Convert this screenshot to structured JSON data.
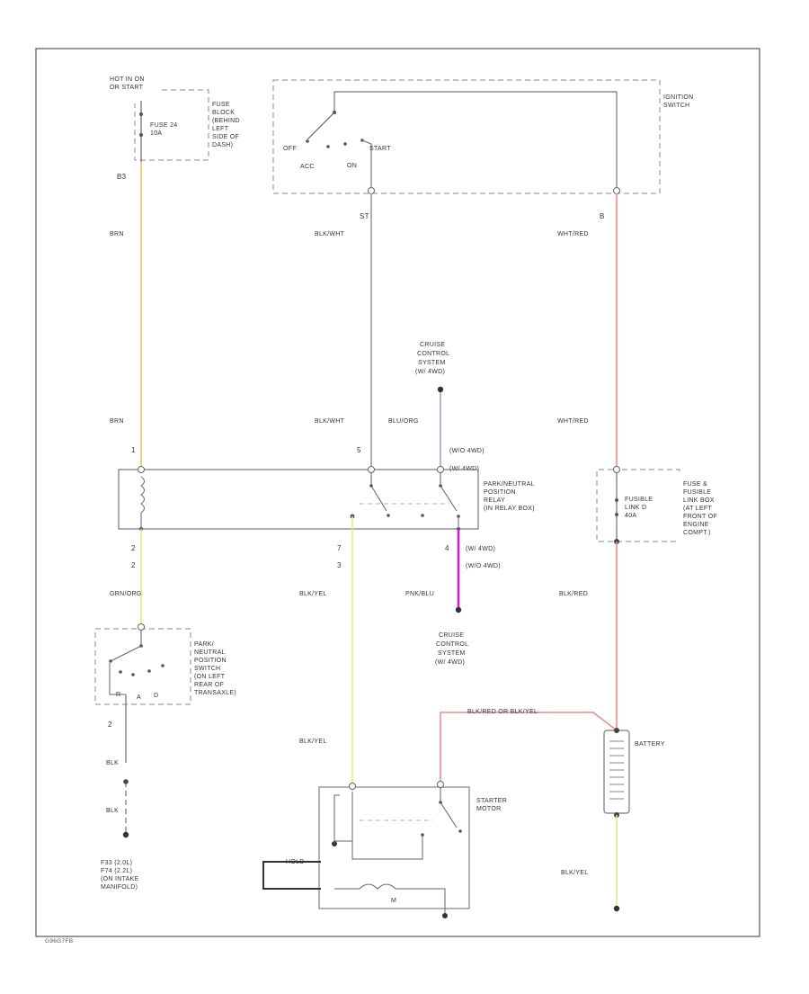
{
  "diagram": {
    "figure_id": "G96G7FB",
    "hot_in_on": [
      "HOT IN ON",
      "OR START"
    ],
    "fuse_block": [
      "FUSE",
      "BLOCK",
      "(BEHIND",
      "LEFT",
      "SIDE OF",
      "DASH)"
    ],
    "fuse_24": [
      "FUSE 24",
      "10A"
    ],
    "ignition_switch": [
      "IGNITION",
      "SWITCH"
    ],
    "ign_positions": {
      "off": "OFF",
      "acc": "ACC",
      "on": "ON",
      "start": "START"
    },
    "pins": {
      "p_b3": "B3",
      "p_st": "ST",
      "p_b": "B",
      "p_1": "1",
      "p_5": "5",
      "p_2a": "2",
      "p_2b": "2",
      "p_7": "7",
      "p_3": "3",
      "p_4": "4",
      "p_2c": "2"
    },
    "wires": {
      "brn_top": "BRN",
      "brn_mid": "BRN",
      "blkwht_top": "BLK/WHT",
      "blkwht_mid": "BLK/WHT",
      "whtred_top": "WHT/RED",
      "whtred_mid": "WHT/RED",
      "bluorg": "BLU/ORG",
      "grnorg": "GRN/ORG",
      "blkyel_1": "BLK/YEL",
      "blkyel_2": "BLK/YEL",
      "blkyel_3": "BLK/YEL",
      "pnkblu": "PNK/BLU",
      "blkred_1": "BLK/RED",
      "blkred_or_blkyel": "BLK/RED OR BLK/YEL",
      "blk_1": "BLK",
      "blk_2": "BLK"
    },
    "cruise_top": [
      "CRUISE",
      "CONTROL",
      "SYSTEM",
      "(W/ 4WD)"
    ],
    "cruise_bottom": [
      "CRUISE",
      "CONTROL",
      "SYSTEM",
      "(W/ 4WD)"
    ],
    "relay_notes": {
      "w4wd": "(W/O 4WD)",
      "w_4wd": "(W/ 4WD)",
      "w_4wd_b": "(W/ 4WD)",
      "wo4wd_b": "(W/O 4WD)"
    },
    "relay_label": [
      "PARK/NEUTRAL",
      "POSITION",
      "RELAY",
      "(IN RELAY BOX)"
    ],
    "fusible_link_box": [
      "FUSE &",
      "FUSIBLE",
      "LINK BOX",
      "(AT LEFT",
      "FRONT OF",
      "ENGINE",
      "COMPT.)"
    ],
    "fusible_link": [
      "FUSIBLE",
      "LINK D",
      "40A"
    ],
    "pn_switch": [
      "PARK/",
      "NEUTRAL",
      "POSITION",
      "SWITCH",
      "(ON LEFT",
      "REAR OF",
      "TRANSAXLE)"
    ],
    "pn_switch_letters": {
      "r": "R",
      "a": "A",
      "d": "D"
    },
    "ground_label": [
      "F33 (2.0L)",
      "F74 (2.2L)",
      "(ON INTAKE",
      "MANIFOLD)"
    ],
    "starter_motor": [
      "STARTER",
      "MOTOR"
    ],
    "starter_marks": {
      "hold": "HOLD",
      "m": "M"
    },
    "battery": "BATTERY"
  }
}
